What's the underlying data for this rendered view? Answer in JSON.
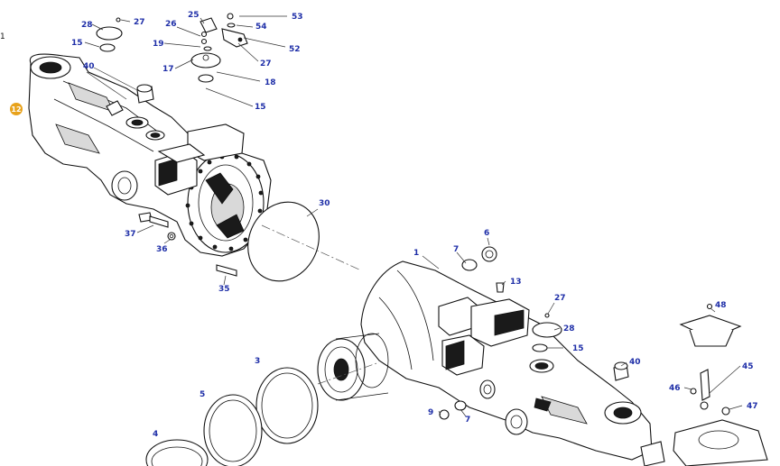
{
  "edge_mark": "1",
  "badge": {
    "label": "12",
    "color": "#e8a21b"
  },
  "callout_color": "#1f2fa8",
  "callouts": [
    {
      "key": "c28a",
      "text": "28"
    },
    {
      "key": "c27a",
      "text": "27"
    },
    {
      "key": "c15a",
      "text": "15"
    },
    {
      "key": "c40a",
      "text": "40"
    },
    {
      "key": "c25",
      "text": "25"
    },
    {
      "key": "c26",
      "text": "26"
    },
    {
      "key": "c19",
      "text": "19"
    },
    {
      "key": "c17",
      "text": "17"
    },
    {
      "key": "c53",
      "text": "53"
    },
    {
      "key": "c54",
      "text": "54"
    },
    {
      "key": "c52",
      "text": "52"
    },
    {
      "key": "c27b",
      "text": "27"
    },
    {
      "key": "c18",
      "text": "18"
    },
    {
      "key": "c15b",
      "text": "15"
    },
    {
      "key": "c30",
      "text": "30"
    },
    {
      "key": "c37",
      "text": "37"
    },
    {
      "key": "c36",
      "text": "36"
    },
    {
      "key": "c35",
      "text": "35"
    },
    {
      "key": "c1",
      "text": "1"
    },
    {
      "key": "c7a",
      "text": "7"
    },
    {
      "key": "c6",
      "text": "6"
    },
    {
      "key": "c13",
      "text": "13"
    },
    {
      "key": "c27c",
      "text": "27"
    },
    {
      "key": "c28b",
      "text": "28"
    },
    {
      "key": "c15c",
      "text": "15"
    },
    {
      "key": "c40b",
      "text": "40"
    },
    {
      "key": "c48",
      "text": "48"
    },
    {
      "key": "c45",
      "text": "45"
    },
    {
      "key": "c46",
      "text": "46"
    },
    {
      "key": "c47",
      "text": "47"
    },
    {
      "key": "c3",
      "text": "3"
    },
    {
      "key": "c5",
      "text": "5"
    },
    {
      "key": "c4",
      "text": "4"
    },
    {
      "key": "c9",
      "text": "9"
    },
    {
      "key": "c7b",
      "text": "7"
    }
  ]
}
